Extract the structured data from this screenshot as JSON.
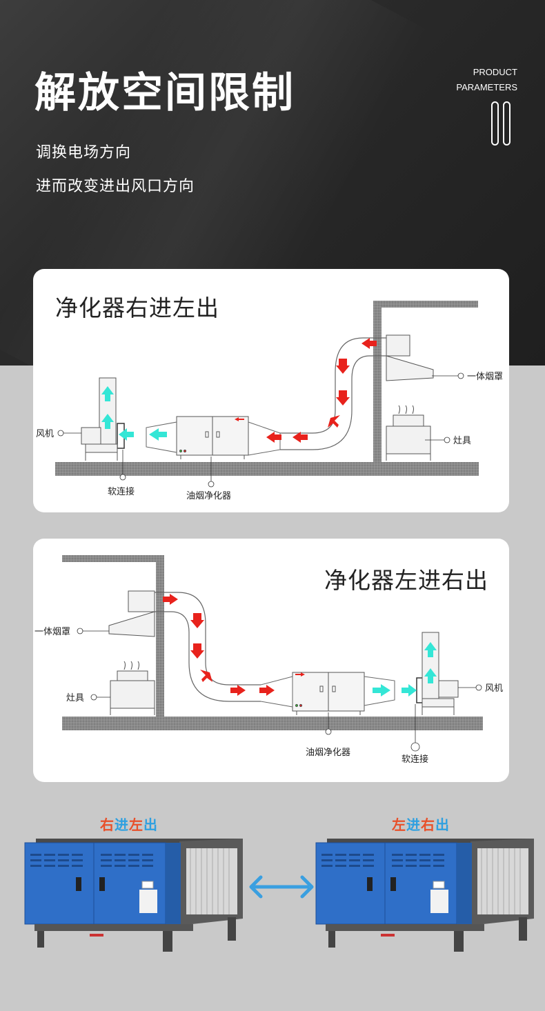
{
  "header": {
    "title": "解放空间限制",
    "subtitle_1": "调换电场方向",
    "subtitle_2": "进而改变进出风口方向",
    "product_line1": "PRODUCT",
    "product_line2": "PARAMETERS"
  },
  "diagram_right_in": {
    "title": "净化器右进左出",
    "labels": {
      "hood": "一体烟罩",
      "stove": "灶具",
      "fan": "风机",
      "soft_joint": "软连接",
      "purifier": "油烟净化器"
    }
  },
  "diagram_left_in": {
    "title": "净化器左进右出",
    "labels": {
      "hood": "一体烟罩",
      "stove": "灶具",
      "fan": "风机",
      "soft_joint": "软连接",
      "purifier": "油烟净化器"
    }
  },
  "bottom": {
    "left_label": {
      "c1": "右",
      "c2": "进",
      "c3": "左",
      "c4": "出"
    },
    "right_label": {
      "c1": "左",
      "c2": "进",
      "c3": "右",
      "c4": "出"
    }
  },
  "colors": {
    "hot_arrow": "#e8221c",
    "clean_arrow": "#34e6d6",
    "unit_blue": "#2f6fc8",
    "accent_red": "#e8502a",
    "accent_blue": "#2ea0e0"
  }
}
